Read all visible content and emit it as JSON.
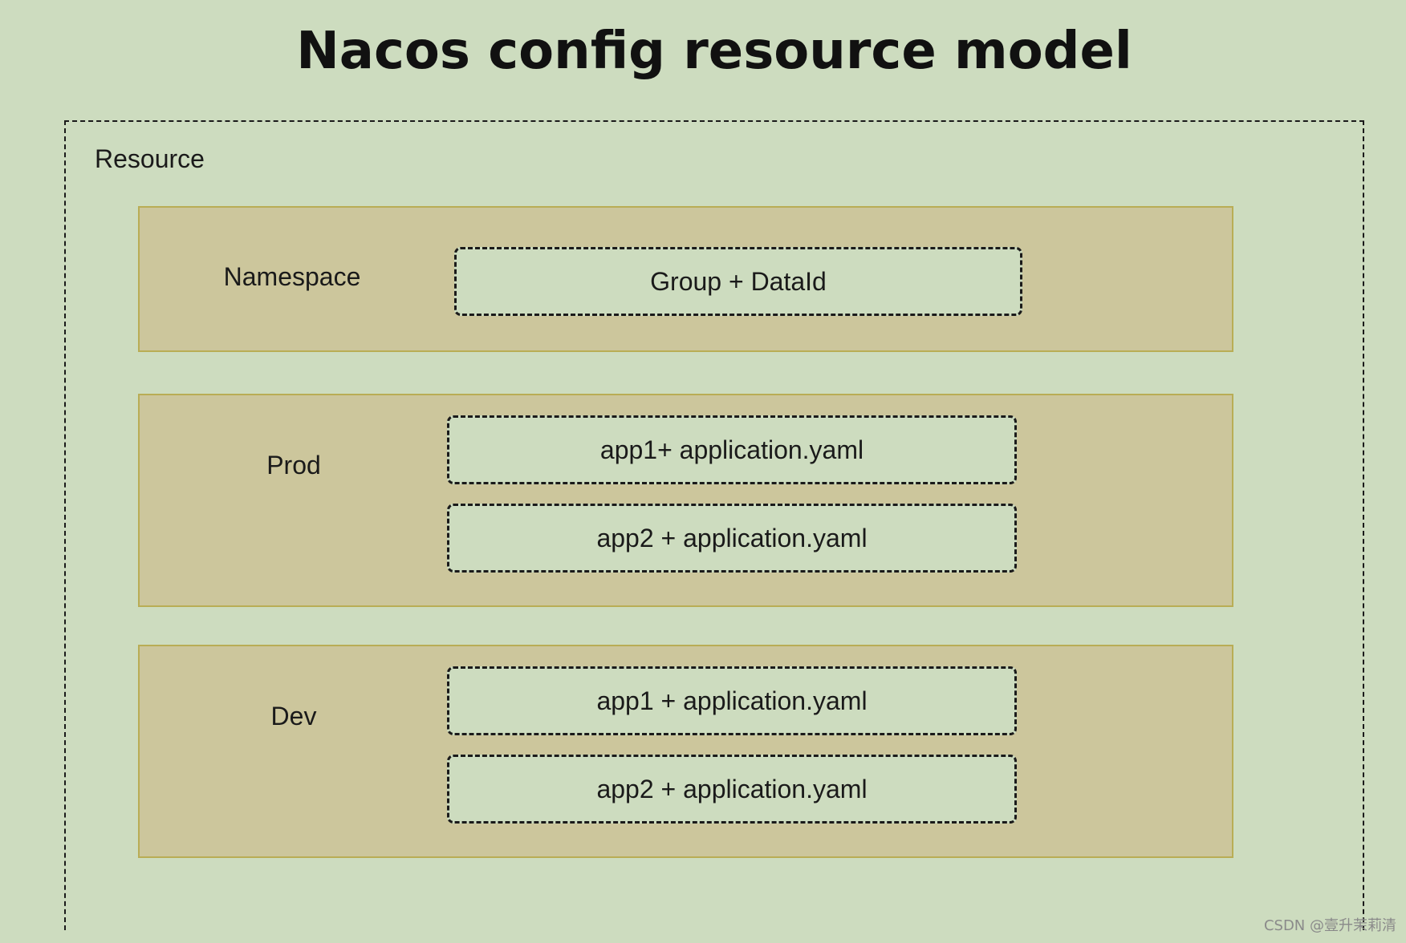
{
  "title": "Nacos config resource model",
  "resource": {
    "label": "Resource"
  },
  "bands": [
    {
      "label": "Namespace",
      "items": [
        "Group + DataId"
      ]
    },
    {
      "label": "Prod",
      "items": [
        "app1+ application.yaml",
        "app2 + application.yaml"
      ]
    },
    {
      "label": "Dev",
      "items": [
        "app1 + application.yaml",
        "app2 + application.yaml"
      ]
    }
  ],
  "watermark": "CSDN @壹升茉莉清",
  "colors": {
    "background": "#cddcbf",
    "band_fill": "#ccc69c",
    "band_border": "#b9ad55",
    "dashed_stroke": "#1a1a1a"
  }
}
